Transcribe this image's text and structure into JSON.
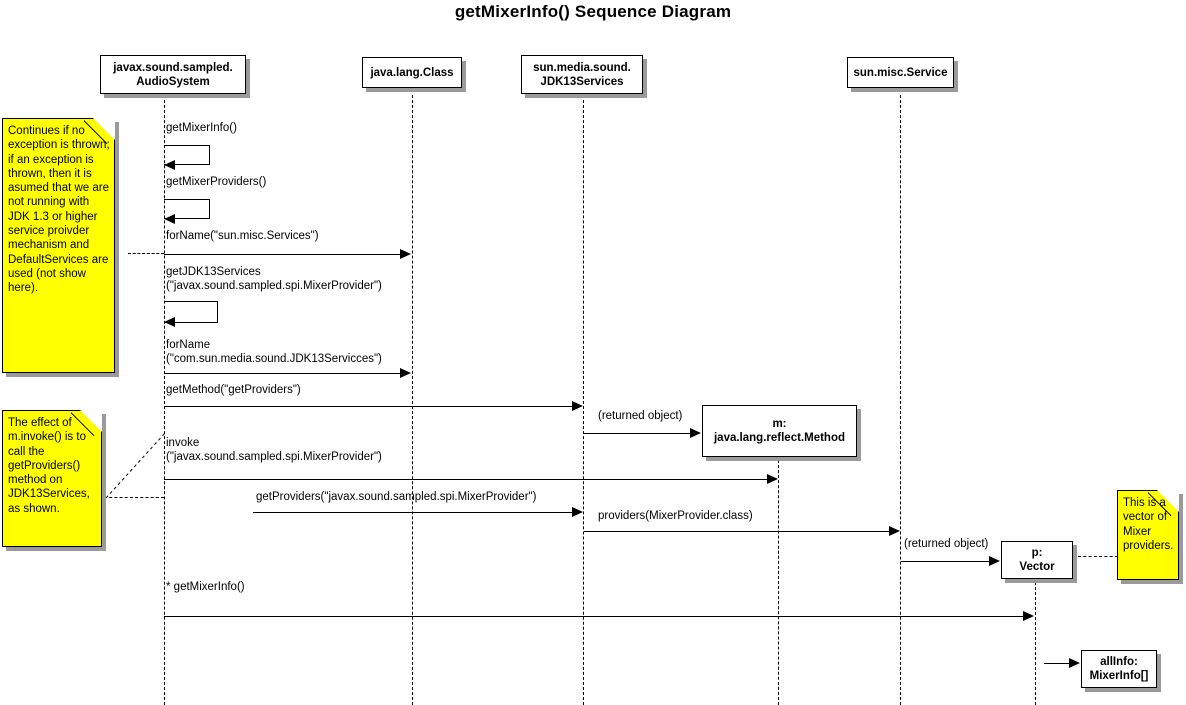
{
  "title": "getMixerInfo() Sequence Diagram",
  "colors": {
    "note_fill": "#ffff00",
    "line": "#000000",
    "shadow": "#9a9a9a",
    "background": "#ffffff"
  },
  "lifelines": [
    {
      "id": "audiosystem",
      "label": "javax.sound.sampled.\nAudioSystem"
    },
    {
      "id": "javalangclass",
      "label": "java.lang.Class"
    },
    {
      "id": "jdk13services",
      "label": "sun.media.sound.\nJDK13Services"
    },
    {
      "id": "sunmiscservice",
      "label": "sun.misc.Service"
    }
  ],
  "objects": [
    {
      "id": "method-object",
      "label": "m:\njava.lang.reflect.Method"
    },
    {
      "id": "vector-object",
      "label": "p:\nVector"
    },
    {
      "id": "allinfo-object",
      "label": "allInfo:\nMixerInfo[]"
    }
  ],
  "messages": [
    {
      "id": "msg-getmixerinfo",
      "label": "getMixerInfo()",
      "kind": "self-call"
    },
    {
      "id": "msg-getmixerproviders",
      "label": "getMixerProviders()",
      "kind": "self-call"
    },
    {
      "id": "msg-forname-services",
      "label": "forName(\"sun.misc.Services\")",
      "kind": "call"
    },
    {
      "id": "msg-getjdk13services",
      "label": "getJDK13Services\n(\"javax.sound.sampled.spi.MixerProvider\")",
      "kind": "self-call"
    },
    {
      "id": "msg-forname-jdk13",
      "label": "forName\n(\"com.sun.media.sound.JDK13Servicces\")",
      "kind": "call"
    },
    {
      "id": "msg-getmethod",
      "label": "getMethod(\"getProviders\")",
      "kind": "call"
    },
    {
      "id": "msg-returned-method",
      "label": "(returned object)",
      "kind": "return"
    },
    {
      "id": "msg-invoke",
      "label": "invoke\n(\"javax.sound.sampled.spi.MixerProvider\")",
      "kind": "call"
    },
    {
      "id": "msg-getproviders",
      "label": "getProviders(\"javax.sound.sampled.spi.MixerProvider\")",
      "kind": "call"
    },
    {
      "id": "msg-providers-class",
      "label": "providers(MixerProvider.class)",
      "kind": "call"
    },
    {
      "id": "msg-returned-vector",
      "label": "(returned object)",
      "kind": "return"
    },
    {
      "id": "msg-star-getmixerinfo",
      "label": "* getMixerInfo()",
      "kind": "call"
    }
  ],
  "notes": [
    {
      "id": "note-exception",
      "text": "Continues if no exception is thrown; if an exception is thrown, then it is asumed that we are not running with JDK 1.3 or higher service proivder mechanism and DefaultServices are used (not show here)."
    },
    {
      "id": "note-invoke",
      "text": "The effect of m.invoke() is to call the getProviders() method on JDK13Services, as shown."
    },
    {
      "id": "note-vector",
      "text": "This is a vector of Mixer providers."
    }
  ]
}
